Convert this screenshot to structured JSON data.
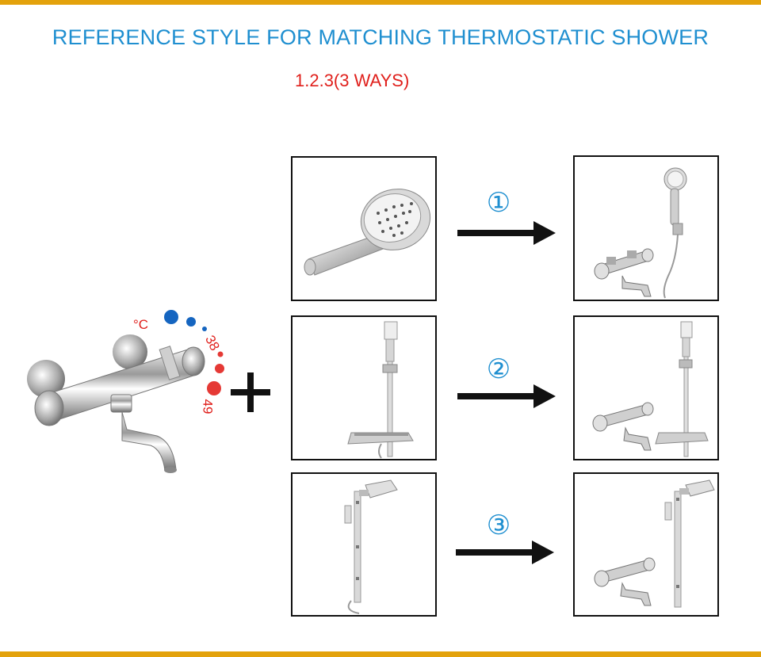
{
  "title": "REFERENCE STYLE FOR MATCHING THERMOSTATIC SHOWER",
  "subtitle": "1.2.3(3 WAYS)",
  "temperature": {
    "unit": "°C",
    "low": "38",
    "high": "49"
  },
  "options": [
    {
      "number": "①",
      "source": "handheld shower head",
      "result": "thermostatic mixer with handheld shower"
    },
    {
      "number": "②",
      "source": "slide bar shower set with shelf",
      "result": "thermostatic mixer with slide bar shower"
    },
    {
      "number": "③",
      "source": "shower column with rain head",
      "result": "thermostatic mixer with shower column"
    }
  ],
  "colors": {
    "accent_bar": "#e3a20c",
    "title_blue": "#1f8fd0",
    "subtitle_red": "#e0201c",
    "cold_blue": "#1565c0",
    "hot_red": "#e53935"
  },
  "icons": [
    "plus-icon",
    "arrow-right-icon"
  ]
}
